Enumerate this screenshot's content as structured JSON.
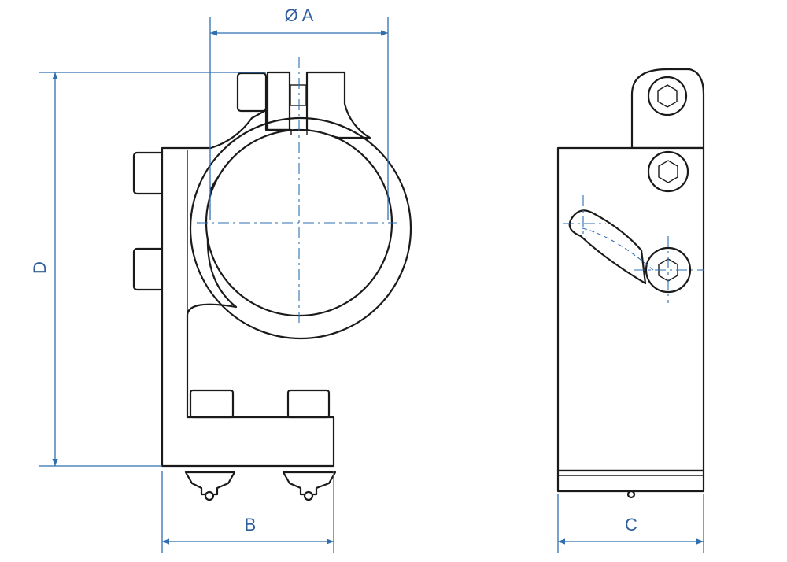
{
  "dimensions": {
    "diameter": "Ø A",
    "height": "D",
    "width_front": "B",
    "width_side": "C"
  },
  "colors": {
    "dimension": "#2f6fb0",
    "outline": "#1a1a1a"
  }
}
